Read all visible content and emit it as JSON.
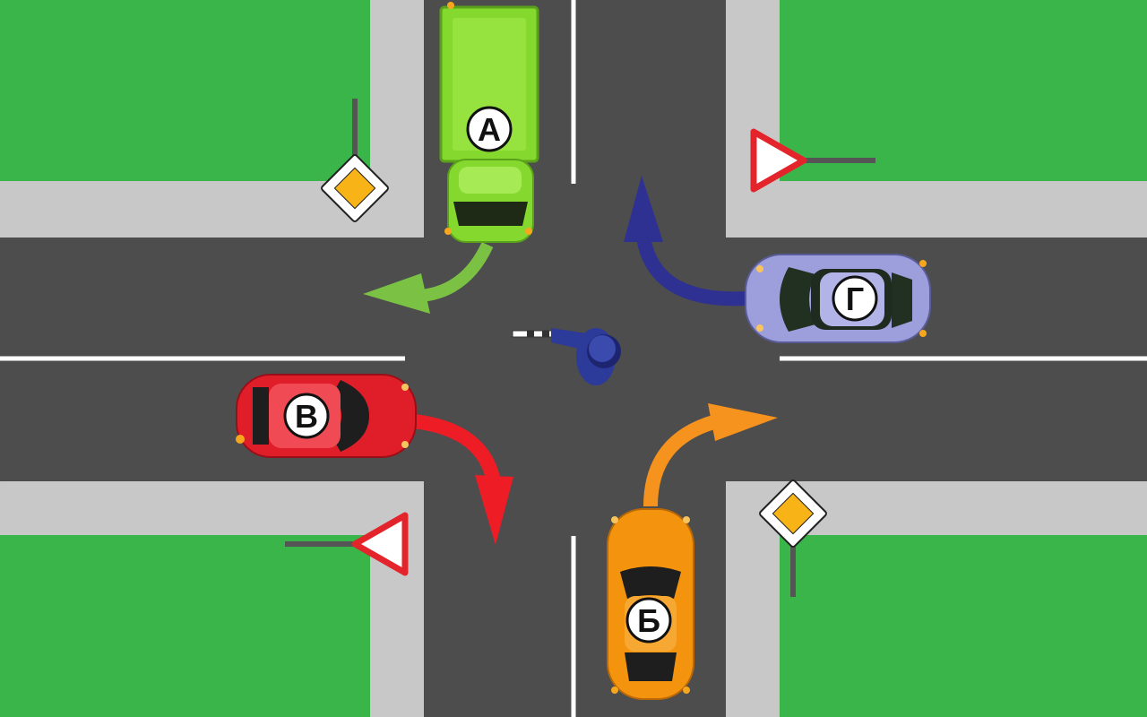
{
  "colors": {
    "grass": "#3ab54a",
    "sidewalk": "#c8c8c8",
    "road": "#4d4d4d",
    "marking": "#ffffff",
    "truck_green": "#84d82e",
    "car_orange": "#f4940e",
    "car_red": "#e01e2a",
    "car_purple": "#9d9fdc",
    "arrow_truck": "#7bc143",
    "arrow_orange": "#f6921e",
    "arrow_red": "#ee1c25",
    "arrow_blue": "#2e3192",
    "priority_sign_fill": "#f8b316",
    "yield_sign_border": "#e3242b",
    "officer_uniform": "#2c3a9a"
  },
  "vehicles": [
    {
      "id": "A",
      "label": "А",
      "kind": "truck",
      "color": "#84d82e",
      "icon": "truck-icon"
    },
    {
      "id": "B",
      "label": "Б",
      "kind": "car",
      "color": "#f4940e",
      "icon": "car-icon"
    },
    {
      "id": "V",
      "label": "В",
      "kind": "car",
      "color": "#e01e2a",
      "icon": "car-icon"
    },
    {
      "id": "G",
      "label": "Г",
      "kind": "car",
      "color": "#9d9fdc",
      "icon": "car-icon"
    }
  ],
  "signs": [
    {
      "type": "main-road",
      "icon": "main-road-sign-icon"
    },
    {
      "type": "main-road",
      "icon": "main-road-sign-icon"
    },
    {
      "type": "give-way",
      "icon": "give-way-sign-icon"
    },
    {
      "type": "give-way",
      "icon": "give-way-sign-icon"
    }
  ],
  "officer": {
    "icon": "traffic-officer-icon",
    "baton_icon": "baton-icon"
  }
}
